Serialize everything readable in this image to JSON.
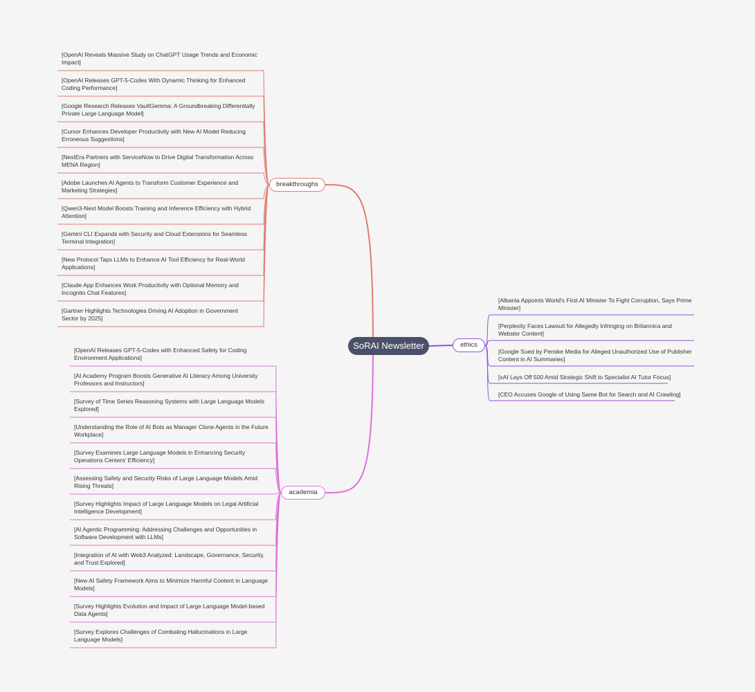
{
  "center": {
    "label": "SoRAI Newsletter"
  },
  "colors": {
    "breakthroughs": "#e07a73",
    "academia": "#de6fd8",
    "ethics": "#9350d8"
  },
  "branches": {
    "breakthroughs": {
      "label": "breakthroughs",
      "items": [
        [
          "[OpenAI Reveals Massive Study on ChatGPT Usage Trends and Economic",
          "Impact]"
        ],
        [
          "[OpenAI Releases GPT-5-Codex With Dynamic Thinking for Enhanced",
          "Coding Performance]"
        ],
        [
          "[Google Research Releases VaultGemma: A Groundbreaking Differentially",
          "Private Large Language Model]"
        ],
        [
          "[Cursor Enhances Developer Productivity with New AI Model Reducing",
          "Erroneous Suggestions]"
        ],
        [
          "[NextEra Partners with ServiceNow to Drive Digital Transformation Across",
          "MENA Region]"
        ],
        [
          "[Adobe Launches AI Agents to Transform Customer Experience and",
          "Marketing Strategies]"
        ],
        [
          "[Qwen3-Next Model Boosts Training and Inference Efficiency with Hybrid",
          "Attention]"
        ],
        [
          "[Gemini CLI Expands with Security and Cloud Extensions for Seamless",
          "Terminal Integration]"
        ],
        [
          "[New Protocol Taps LLMs to Enhance AI Tool Efficiency for Real-World",
          "Applications]"
        ],
        [
          "[Claude App Enhances Work Productivity with Optional Memory and",
          "Incognito Chat Features]"
        ],
        [
          "[Gartner Highlights Technologies Driving AI Adoption in Government",
          "Sector by 2025]"
        ]
      ]
    },
    "academia": {
      "label": "academia",
      "items": [
        [
          "[OpenAI Releases GPT-5-Codex with Enhanced Safety for Coding",
          "Environment Applications]"
        ],
        [
          "[AI Academy Program Boosts Generative AI Literacy Among University",
          "Professors and Instructors]"
        ],
        [
          "[Survey of Time Series Reasoning Systems with Large Language Models",
          "Explored]"
        ],
        [
          "[Understanding the Role of AI Bots as Manager Clone Agents in the Future",
          "Workplace]"
        ],
        [
          "[Survey Examines Large Language Models in Enhancing Security",
          "Operations Centers' Efficiency]"
        ],
        [
          "[Assessing Safety and Security Risks of Large Language Models Amid",
          "Rising Threats]"
        ],
        [
          "[Survey Highlights Impact of Large Language Models on Legal Artificial",
          "Intelligence Development]"
        ],
        [
          "[AI Agentic Programming: Addressing Challenges and Opportunities in",
          "Software Development with LLMs]"
        ],
        [
          "[Integration of AI with Web3 Analyzed: Landscape, Governance, Security,",
          "and Trust Explored]"
        ],
        [
          "[New AI Safety Framework Aims to Minimize Harmful Content in Language",
          "Models]"
        ],
        [
          "[Survey Highlights Evolution and Impact of Large Language Model-based",
          "Data Agents]"
        ],
        [
          "[Survey Explores Challenges of Combating Hallucinations in Large",
          "Language Models]"
        ]
      ]
    },
    "ethics": {
      "label": "ethics",
      "items": [
        [
          "[Albania Appoints World's First AI Minister To Fight Corruption, Says Prime",
          "Minister]"
        ],
        [
          "[Perplexity Faces Lawsuit for Allegedly Infringing on Britannica and",
          "Webster Content]"
        ],
        [
          "[Google Sued by Penske Media for Alleged Unauthorized Use of Publisher",
          "Content in AI Summaries]"
        ],
        [
          "[xAI Lays Off 500 Amid Strategic Shift to Specialist AI Tutor Focus]"
        ],
        [
          "[CEO Accuses Google of Using Same Bot for Search and AI Crawling]"
        ]
      ]
    }
  }
}
